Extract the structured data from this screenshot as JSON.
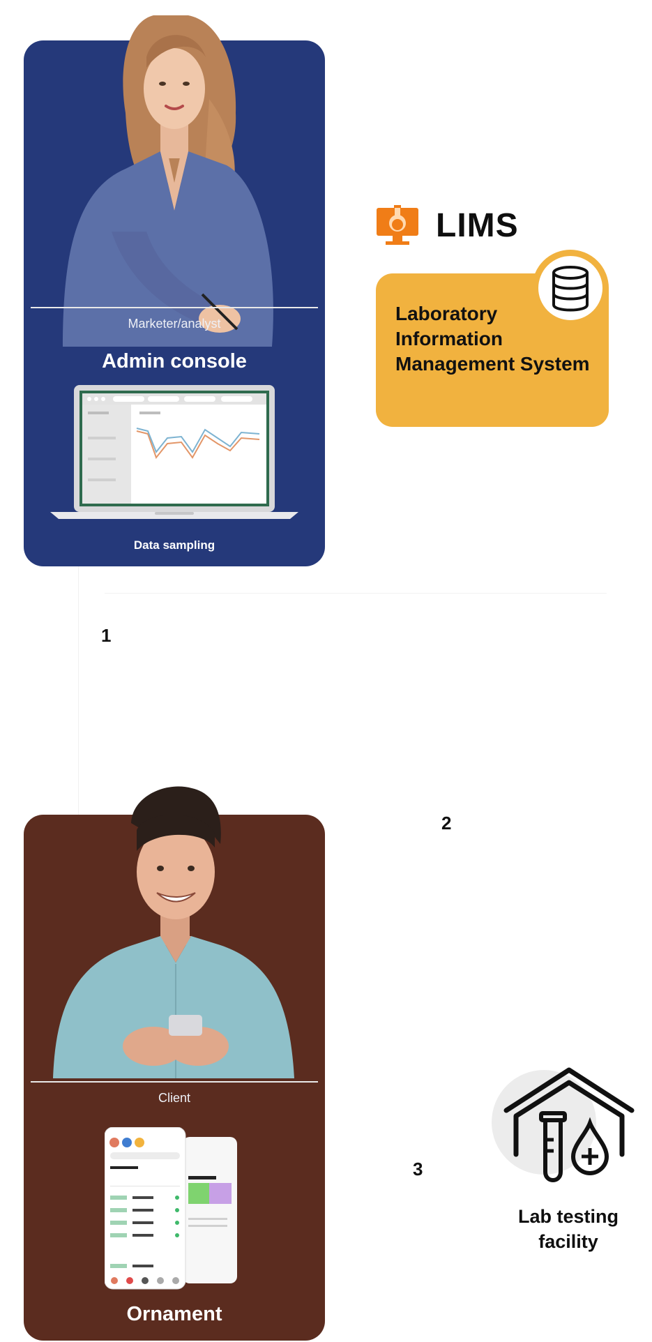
{
  "admin_card": {
    "role": "Marketer/analyst",
    "title": "Admin console",
    "subtitle": "Data sampling"
  },
  "client_card": {
    "role": "Client",
    "title": "Ornament"
  },
  "lims": {
    "title": "LIMS",
    "description": "Laboratory Information Management System",
    "icons": [
      "flask-monitor-icon",
      "database-icon"
    ]
  },
  "steps": [
    "1",
    "2",
    "3"
  ],
  "lab": {
    "label": "Lab testing facility",
    "icon": "lab-house-icon"
  },
  "colors": {
    "admin_card": "#25397a",
    "client_card": "#5b2c1f",
    "lims_box": "#f1b23f",
    "lims_icon": "#f07d17"
  }
}
